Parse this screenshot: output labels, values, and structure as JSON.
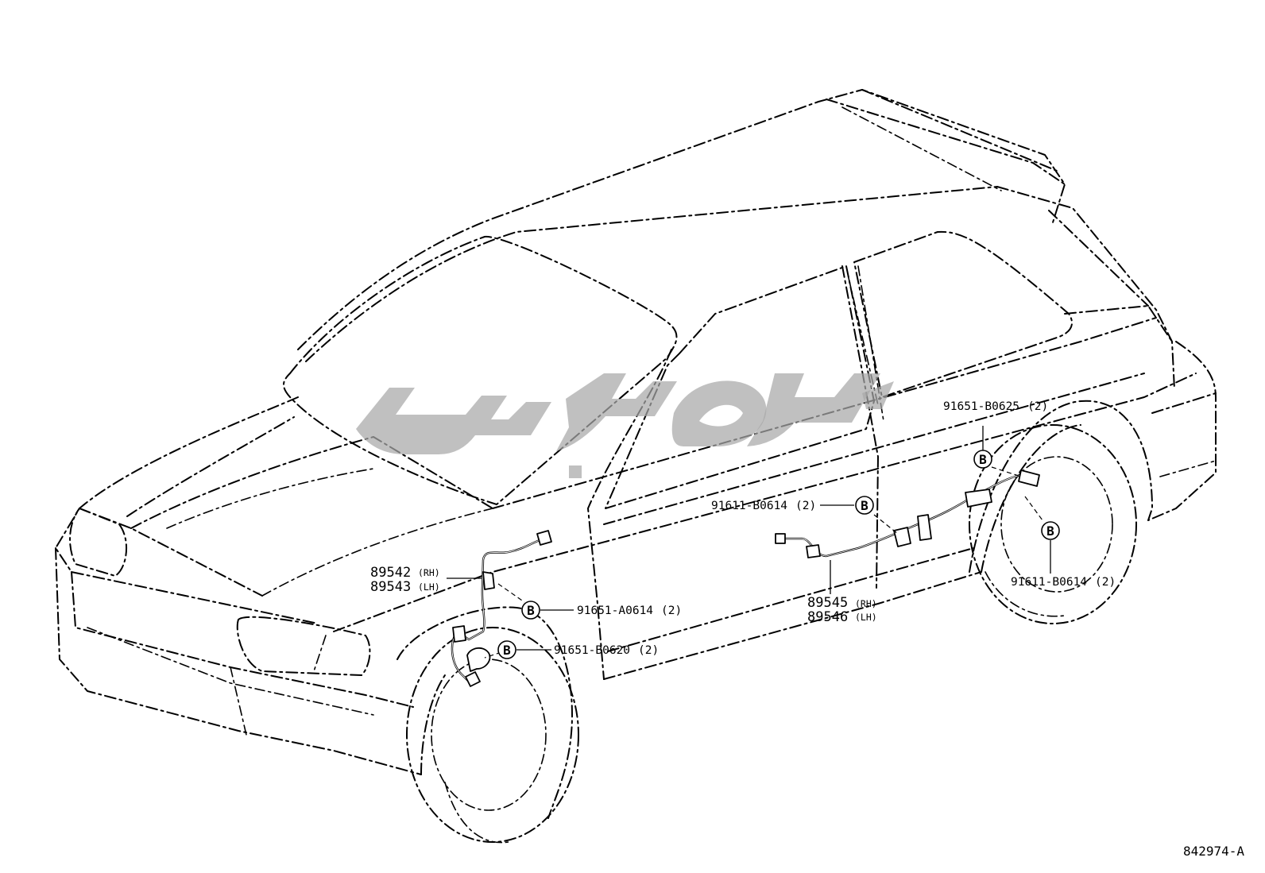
{
  "figure_code": "842974-A",
  "callout_letter": "B",
  "front_sensor": {
    "part_rh": "89542",
    "side_rh": "(RH)",
    "part_lh": "89543",
    "side_lh": "(LH)"
  },
  "rear_sensor": {
    "part_rh": "89545",
    "side_rh": "(RH)",
    "part_lh": "89546",
    "side_lh": "(LH)"
  },
  "fasteners": [
    {
      "part": "91651-A0614",
      "qty": "(2)"
    },
    {
      "part": "91651-B0620",
      "qty": "(2)"
    },
    {
      "part": "91611-B0614",
      "qty": "(2)"
    },
    {
      "part": "91651-B0625",
      "qty": "(2)"
    },
    {
      "part": "91611-B0614",
      "qty": "(2)"
    }
  ]
}
